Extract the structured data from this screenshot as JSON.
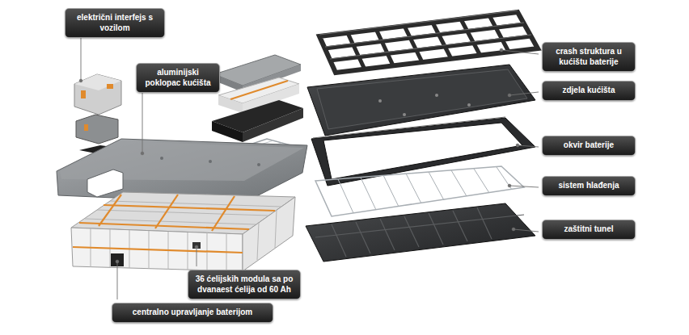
{
  "diagram": {
    "nodes": [
      {
        "text": [
          "električni interfejs s vozilom"
        ]
      },
      {
        "text": [
          "crash struktura u kućištu baterije"
        ]
      },
      {
        "text": [
          "aluminijski poklopac kućišta"
        ]
      },
      {
        "text": [
          "zdjela kućišta"
        ]
      },
      {
        "text": [
          "okvir baterije"
        ]
      },
      {
        "text": [
          "sistem hlađenja"
        ]
      },
      {
        "text": [
          "zaštitni tunel"
        ]
      },
      {
        "text": [
          "36 ćelijskih modula sa po dvanaest ćelija od 60 Ah"
        ]
      },
      {
        "text": [
          "centralno upravljanje baterijom"
        ]
      }
    ]
  }
}
